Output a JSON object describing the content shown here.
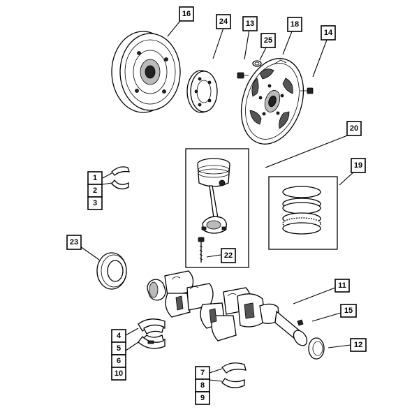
{
  "callouts": {
    "c1": "1",
    "c2": "2",
    "c3": "3",
    "c4": "4",
    "c5": "5",
    "c6": "6",
    "c7": "7",
    "c8": "8",
    "c9": "9",
    "c10": "10",
    "c11": "11",
    "c12": "12",
    "c13": "13",
    "c14": "14",
    "c15": "15",
    "c16": "16",
    "c18": "18",
    "c19": "19",
    "c20": "20",
    "c22": "22",
    "c23": "23",
    "c24": "24",
    "c25": "25"
  },
  "icons": {
    "torque_converter": "torque-converter-icon",
    "flex_plate": "flex-plate-icon",
    "crankshaft": "crankshaft-icon",
    "piston": "piston-icon"
  },
  "colors": {
    "line": "#000000",
    "background": "#ffffff"
  }
}
